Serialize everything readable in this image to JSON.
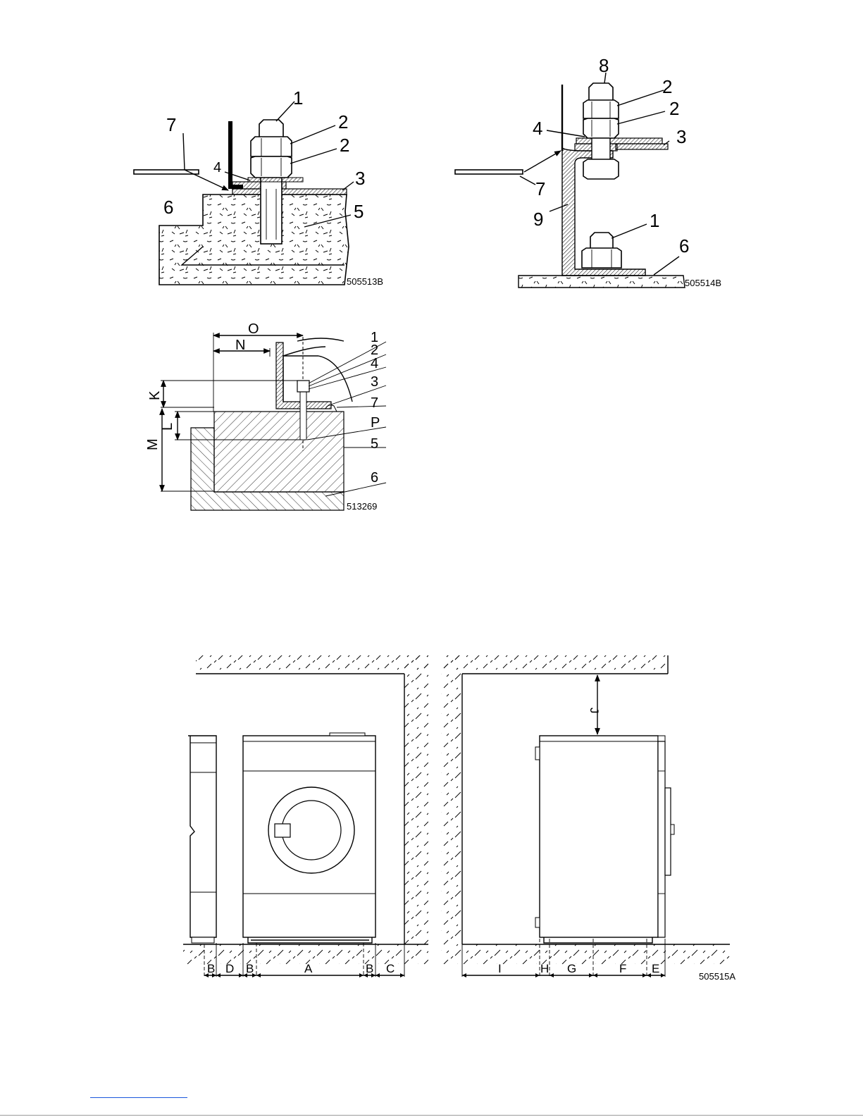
{
  "fig1": {
    "code": "505513B",
    "callouts": {
      "c1": "1",
      "c2a": "2",
      "c2b": "2",
      "c3": "3",
      "c4": "4",
      "c5": "5",
      "c6": "6",
      "c7": "7"
    }
  },
  "fig2": {
    "code": "505514B",
    "callouts": {
      "c8": "8",
      "c2a": "2",
      "c2b": "2",
      "c3": "3",
      "c4": "4",
      "c7": "7",
      "c9": "9",
      "c1": "1",
      "c6": "6"
    }
  },
  "fig3": {
    "code": "513269",
    "dims": {
      "O": "O",
      "N": "N",
      "K": "K",
      "L": "L",
      "M": "M"
    },
    "callouts": {
      "c1": "1",
      "c2": "2",
      "c4": "4",
      "c3": "3",
      "c7": "7",
      "cP": "P",
      "c5": "5",
      "c6": "6"
    }
  },
  "fig4": {
    "code": "505515A",
    "dims": {
      "B1": "B",
      "D": "D",
      "B2": "B",
      "A": "A",
      "B3": "B",
      "C": "C",
      "I": "I",
      "H": "H",
      "G": "G",
      "F": "F",
      "E": "E",
      "J": "J"
    }
  }
}
